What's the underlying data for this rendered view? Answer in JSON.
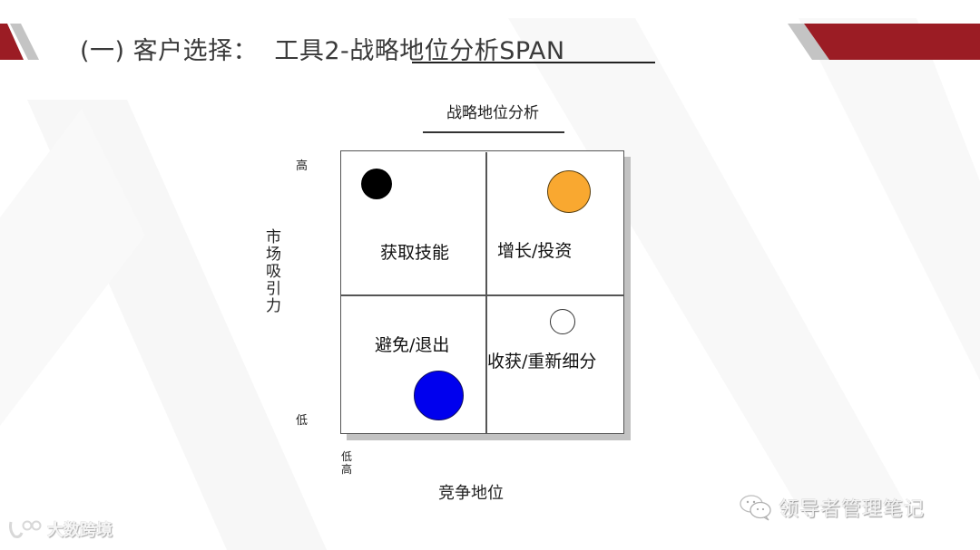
{
  "slide": {
    "title": "(一) 客户选择：  工具2-战略地位分析SPAN",
    "accent_color": "#9b1c24",
    "accent_secondary": "#c4c4c4"
  },
  "diagram": {
    "title": "战略地位分析",
    "y_axis": {
      "title": "市场吸引力",
      "high": "高",
      "low": "低"
    },
    "x_axis": {
      "title": "竞争地位",
      "low": "低",
      "high": "高"
    },
    "quadrants": [
      {
        "position": "top-left",
        "label": "获取技能"
      },
      {
        "position": "top-right",
        "label": "增长/投资"
      },
      {
        "position": "bottom-left",
        "label": "避免/退出"
      },
      {
        "position": "bottom-right",
        "label": "收获/重新细分"
      }
    ],
    "markers": [
      {
        "quadrant": "top-left",
        "color": "#000000",
        "size": "small"
      },
      {
        "quadrant": "top-right",
        "color": "#f9a830",
        "size": "medium"
      },
      {
        "quadrant": "bottom-left",
        "color": "#0000ee",
        "size": "large"
      },
      {
        "quadrant": "bottom-right",
        "color": "#ffffff",
        "size": "small",
        "outline": true
      }
    ]
  },
  "watermarks": {
    "wechat_account": "领导者管理笔记",
    "brand": "大数跨境",
    "brand_logo": "100"
  }
}
